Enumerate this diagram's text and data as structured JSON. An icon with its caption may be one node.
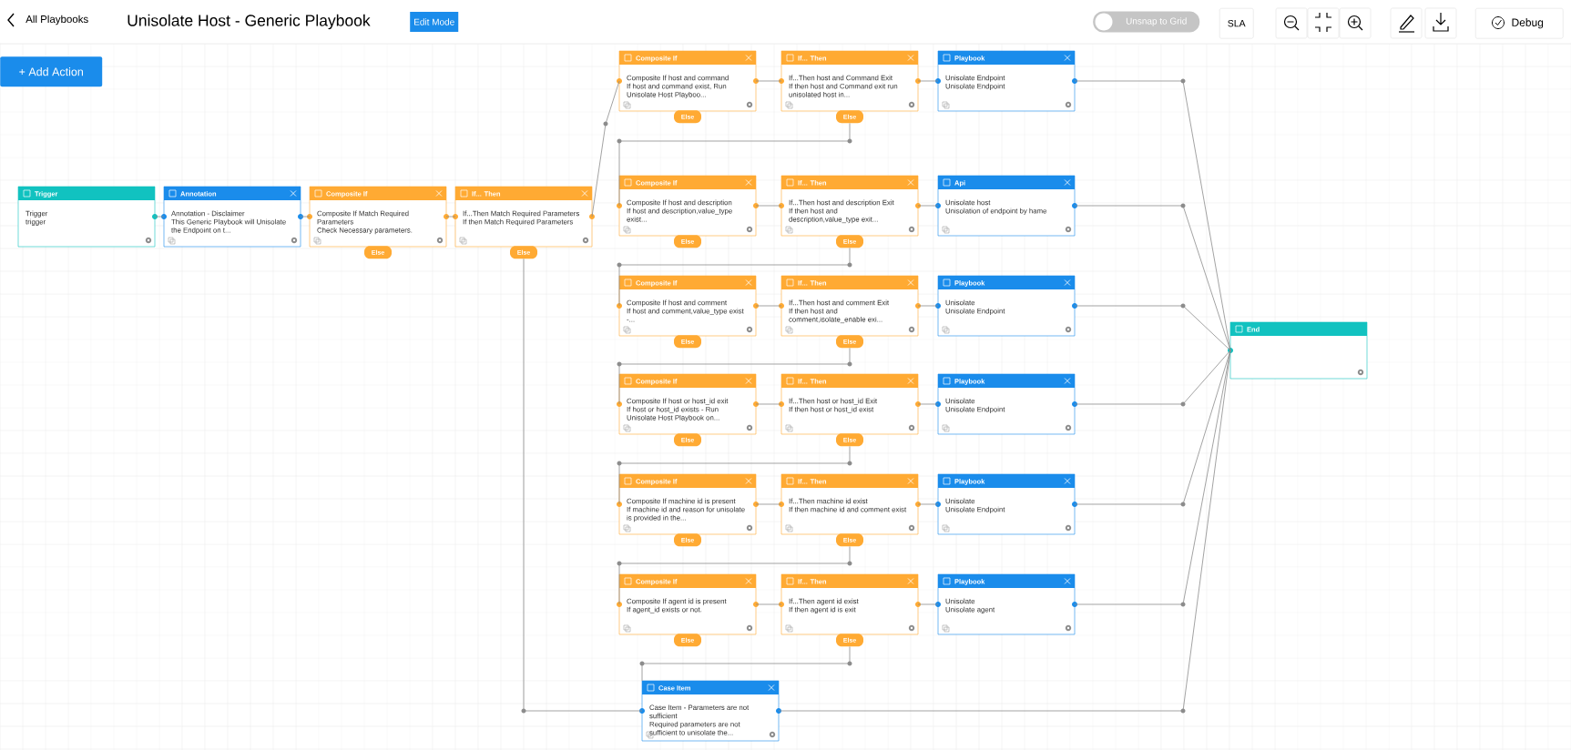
{
  "diagram": {
    "title": "Unisolate Host - Generic Playbook",
    "nodes": [
      {
        "text": [
          "Trigger",
          "Trigger",
          "trigger"
        ]
      },
      {
        "text": [
          "Annotation",
          "Annotation - Disclaimer",
          "This Generic Playbook will Unisolate the Endpoint on t..."
        ]
      },
      {
        "text": [
          "Composite If",
          "Composite If Match Required Parameters",
          "Check Necessary parameters."
        ]
      },
      {
        "text": [
          "Else"
        ]
      },
      {
        "text": [
          "If... Then",
          "If...Then Match Required Parameters",
          "If then Match Required Parameters"
        ]
      },
      {
        "text": [
          "Else"
        ]
      },
      {
        "text": [
          "Composite If",
          "Composite If host and command",
          "If host and command exist, Run Unisolate Host Playboo..."
        ]
      },
      {
        "text": [
          "Else"
        ]
      },
      {
        "text": [
          "If... Then",
          "If...Then host and Command Exit",
          "If then host and Command exit run unisolated host in..."
        ]
      },
      {
        "text": [
          "Else"
        ]
      },
      {
        "text": [
          "Playbook",
          "Unisolate Endpoint",
          "Unisolate Endpoint"
        ]
      },
      {
        "text": [
          "Composite If",
          "Composite If host and description",
          "If host and description,value_type exist..."
        ]
      },
      {
        "text": [
          "Else"
        ]
      },
      {
        "text": [
          "If... Then",
          "If...Then host and description Exit",
          "If then host and description,value_type exit..."
        ]
      },
      {
        "text": [
          "Else"
        ]
      },
      {
        "text": [
          "Api",
          "Unisolate host",
          "Unisolation of endpoint by hame"
        ]
      },
      {
        "text": [
          "Composite If",
          "Composite If host and comment",
          "If host and comment,value_type exist -..."
        ]
      },
      {
        "text": [
          "Else"
        ]
      },
      {
        "text": [
          "If... Then",
          "If...Then host and comment Exit",
          "If then host and comment,isolate_enable exi..."
        ]
      },
      {
        "text": [
          "Else"
        ]
      },
      {
        "text": [
          "Playbook",
          "Unisolate",
          "Unisolate Endpoint"
        ]
      },
      {
        "text": [
          "Composite If",
          "Composite If host or host_id exit",
          "If host or host_id exists - Run Unisolate Host Playbook on..."
        ]
      },
      {
        "text": [
          "Else"
        ]
      },
      {
        "text": [
          "If... Then",
          "If...Then host or host_id Exit",
          "If then host or host_id exist"
        ]
      },
      {
        "text": [
          "Else"
        ]
      },
      {
        "text": [
          "Playbook",
          "Unisolate",
          "Unisolate Endpoint"
        ]
      },
      {
        "text": [
          "Composite If",
          "Composite If machine id is present",
          "If machine id and reason for unisolate is provided in the..."
        ]
      },
      {
        "text": [
          "Else"
        ]
      },
      {
        "text": [
          "If... Then",
          "If...Then machine id exist",
          "If then machine id and comment exist"
        ]
      },
      {
        "text": [
          "Else"
        ]
      },
      {
        "text": [
          "Playbook",
          "Unisolate",
          "Unisolate Endpoint"
        ]
      },
      {
        "text": [
          "Composite If",
          "Composite If agent id is present",
          "If agent_id exists or not."
        ]
      },
      {
        "text": [
          "Else"
        ]
      },
      {
        "text": [
          "If... Then",
          "If...Then agent id exist",
          "If then agent id is exit"
        ]
      },
      {
        "text": [
          "Else"
        ]
      },
      {
        "text": [
          "Playbook",
          "Unisolate",
          "Unisolate agent"
        ]
      },
      {
        "text": [
          "Case Item",
          "Case Item - Parameters are not sufficient",
          "Required parameters are not sufficient to unisolate the..."
        ]
      },
      {
        "text": [
          "End"
        ]
      }
    ],
    "edges": [
      {
        "from": 0,
        "to": 1,
        "arrow": "none"
      },
      {
        "from": 1,
        "to": 2,
        "arrow": "none"
      },
      {
        "from": 2,
        "to": 4,
        "arrow": "none"
      },
      {
        "from": 4,
        "to": 6,
        "arrow": "none"
      },
      {
        "from": 6,
        "to": 8,
        "arrow": "none"
      },
      {
        "from": 8,
        "to": 10,
        "arrow": "none"
      },
      {
        "from": 10,
        "to": 37,
        "arrow": "none"
      },
      {
        "from": 9,
        "to": 11,
        "arrow": "none"
      },
      {
        "from": 11,
        "to": 13,
        "arrow": "none"
      },
      {
        "from": 13,
        "to": 15,
        "arrow": "none"
      },
      {
        "from": 15,
        "to": 37,
        "arrow": "none"
      },
      {
        "from": 14,
        "to": 16,
        "arrow": "none"
      },
      {
        "from": 16,
        "to": 18,
        "arrow": "none"
      },
      {
        "from": 18,
        "to": 20,
        "arrow": "none"
      },
      {
        "from": 20,
        "to": 37,
        "arrow": "none"
      },
      {
        "from": 19,
        "to": 21,
        "arrow": "none"
      },
      {
        "from": 21,
        "to": 23,
        "arrow": "none"
      },
      {
        "from": 23,
        "to": 25,
        "arrow": "none"
      },
      {
        "from": 25,
        "to": 37,
        "arrow": "none"
      },
      {
        "from": 24,
        "to": 26,
        "arrow": "none"
      },
      {
        "from": 26,
        "to": 28,
        "arrow": "none"
      },
      {
        "from": 28,
        "to": 30,
        "arrow": "none"
      },
      {
        "from": 30,
        "to": 37,
        "arrow": "none"
      },
      {
        "from": 29,
        "to": 31,
        "arrow": "none"
      },
      {
        "from": 31,
        "to": 33,
        "arrow": "none"
      },
      {
        "from": 33,
        "to": 35,
        "arrow": "none"
      },
      {
        "from": 35,
        "to": 37,
        "arrow": "none"
      },
      {
        "from": 34,
        "to": 36,
        "arrow": "none"
      },
      {
        "from": 5,
        "to": 36,
        "arrow": "none"
      },
      {
        "from": 36,
        "to": 37,
        "arrow": "none"
      }
    ],
    "labels": [
      "All Playbooks",
      "Edit Mode",
      "+ Add Action",
      "Unsnap to Grid",
      "SLA",
      "Debug"
    ]
  }
}
